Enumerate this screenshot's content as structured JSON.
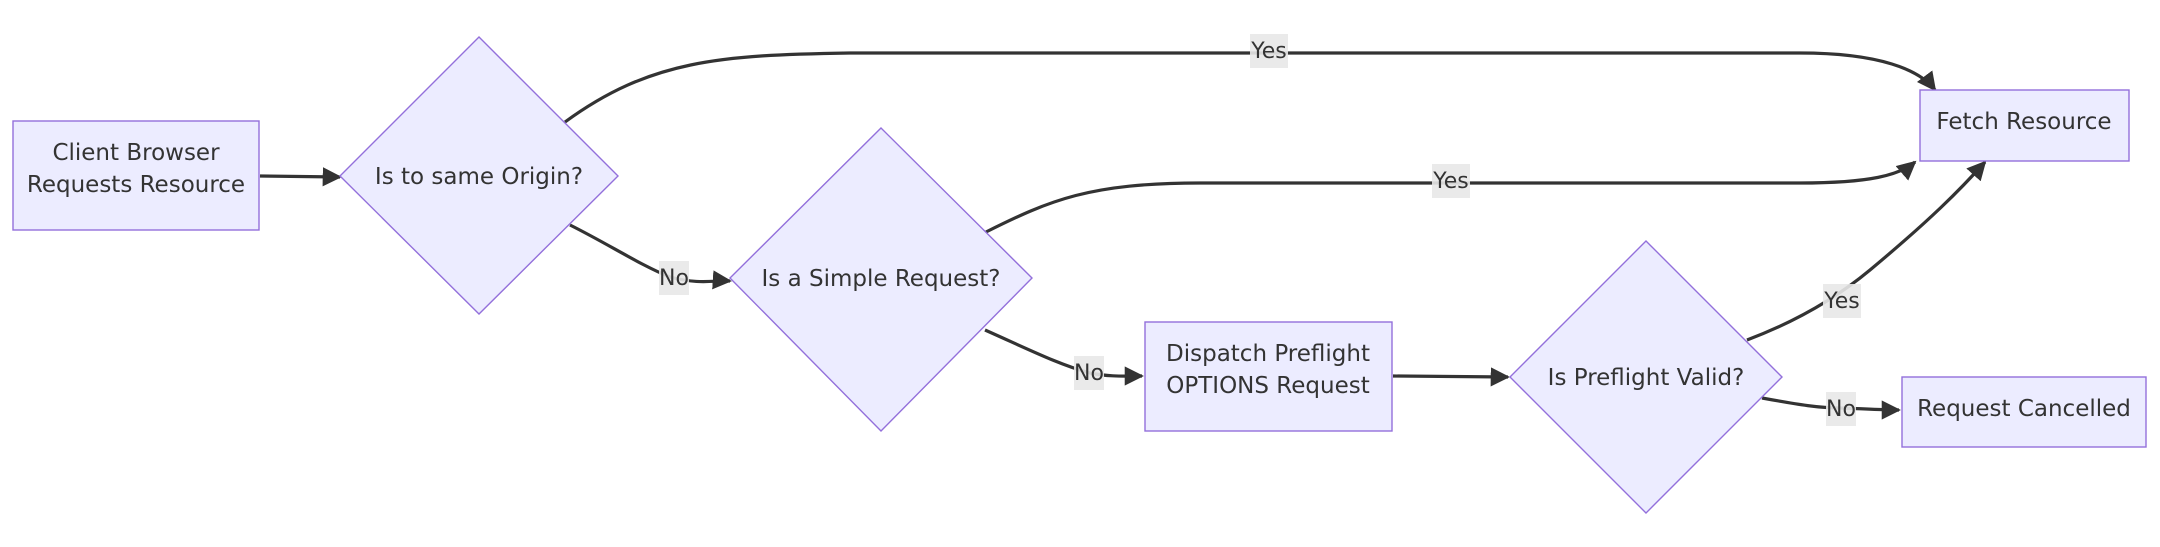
{
  "nodes": {
    "client": {
      "lines": [
        "Client Browser",
        "Requests Resource"
      ]
    },
    "same_origin": {
      "lines": [
        "Is to same Origin?"
      ]
    },
    "simple_request": {
      "lines": [
        "Is a Simple Request?"
      ]
    },
    "dispatch_preflight": {
      "lines": [
        "Dispatch Preflight",
        "OPTIONS Request"
      ]
    },
    "preflight_valid": {
      "lines": [
        "Is Preflight Valid?"
      ]
    },
    "fetch_resource": {
      "lines": [
        "Fetch Resource"
      ]
    },
    "request_cancelled": {
      "lines": [
        "Request Cancelled"
      ]
    }
  },
  "edges": {
    "client_to_origin": {
      "label": ""
    },
    "origin_yes": {
      "label": "Yes"
    },
    "origin_no": {
      "label": "No"
    },
    "simple_yes": {
      "label": "Yes"
    },
    "simple_no": {
      "label": "No"
    },
    "dispatch_to_valid": {
      "label": ""
    },
    "valid_yes": {
      "label": "Yes"
    },
    "valid_no": {
      "label": "No"
    }
  },
  "colors": {
    "node_fill": "#ECECFF",
    "node_stroke": "#9370DB",
    "edge": "#333333",
    "edge_label_bg": "#E8E8E8",
    "text": "#333333"
  }
}
